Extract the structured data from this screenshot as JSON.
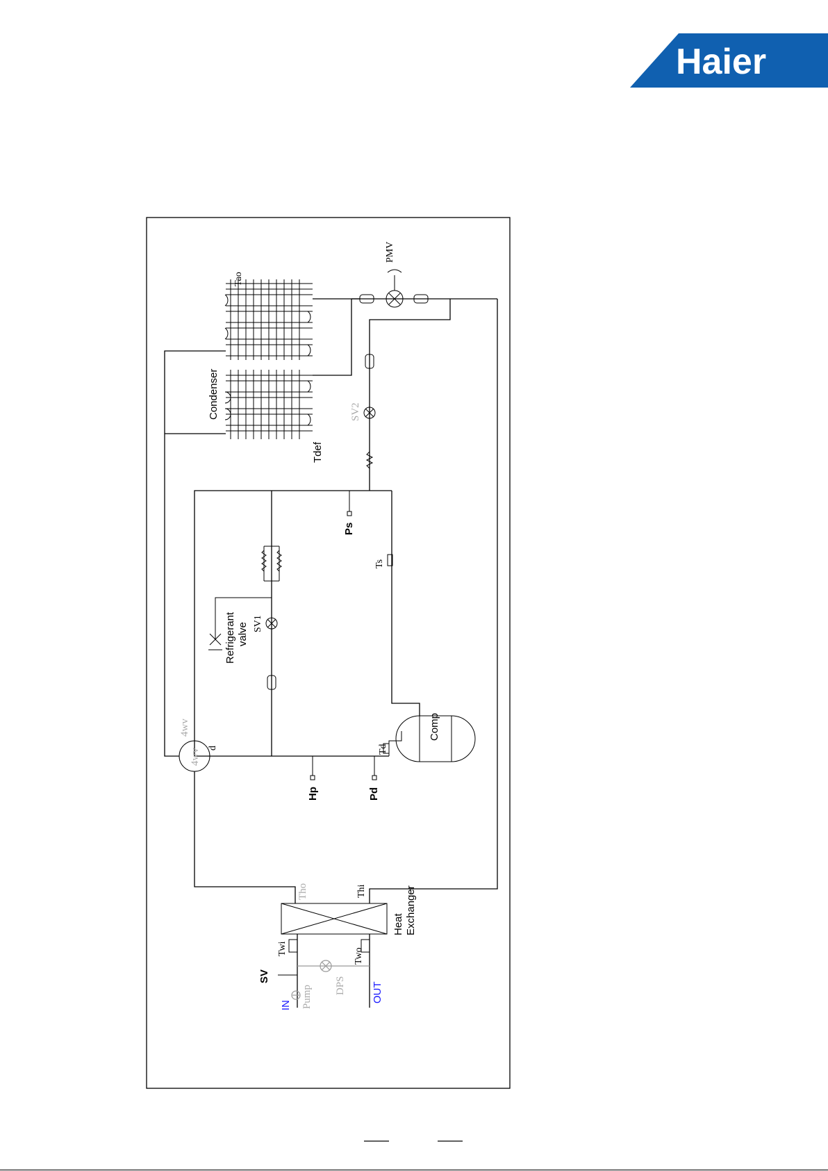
{
  "logo": {
    "text": "Haier",
    "color": "#1060b0"
  },
  "labels": {
    "condenser": "Condenser",
    "pmv": "PMV",
    "tao": "Tao",
    "sv2": "SV2",
    "tdef": "Tdef",
    "ps": "Ps",
    "ts": "Ts",
    "sv1": "SV1",
    "refrigerant": "Refrigerant",
    "valve": "valve",
    "comp": "Comp",
    "td": "Td",
    "fwv_top": "4wv",
    "fwv_circle": "4wv",
    "d": "d",
    "hp": "Hp",
    "pd": "Pd",
    "tho": "Tho",
    "thi": "Thi",
    "heat": "Heat",
    "exchanger": "Exchanger",
    "twi": "Twi",
    "two": "Two",
    "sv": "SV",
    "dps": "DPS",
    "pump": "Pump",
    "in": "IN",
    "out": "OUT"
  },
  "colors": {
    "line": "#000000",
    "inactive": "#aaaaaa",
    "water": "#1a1aff"
  }
}
